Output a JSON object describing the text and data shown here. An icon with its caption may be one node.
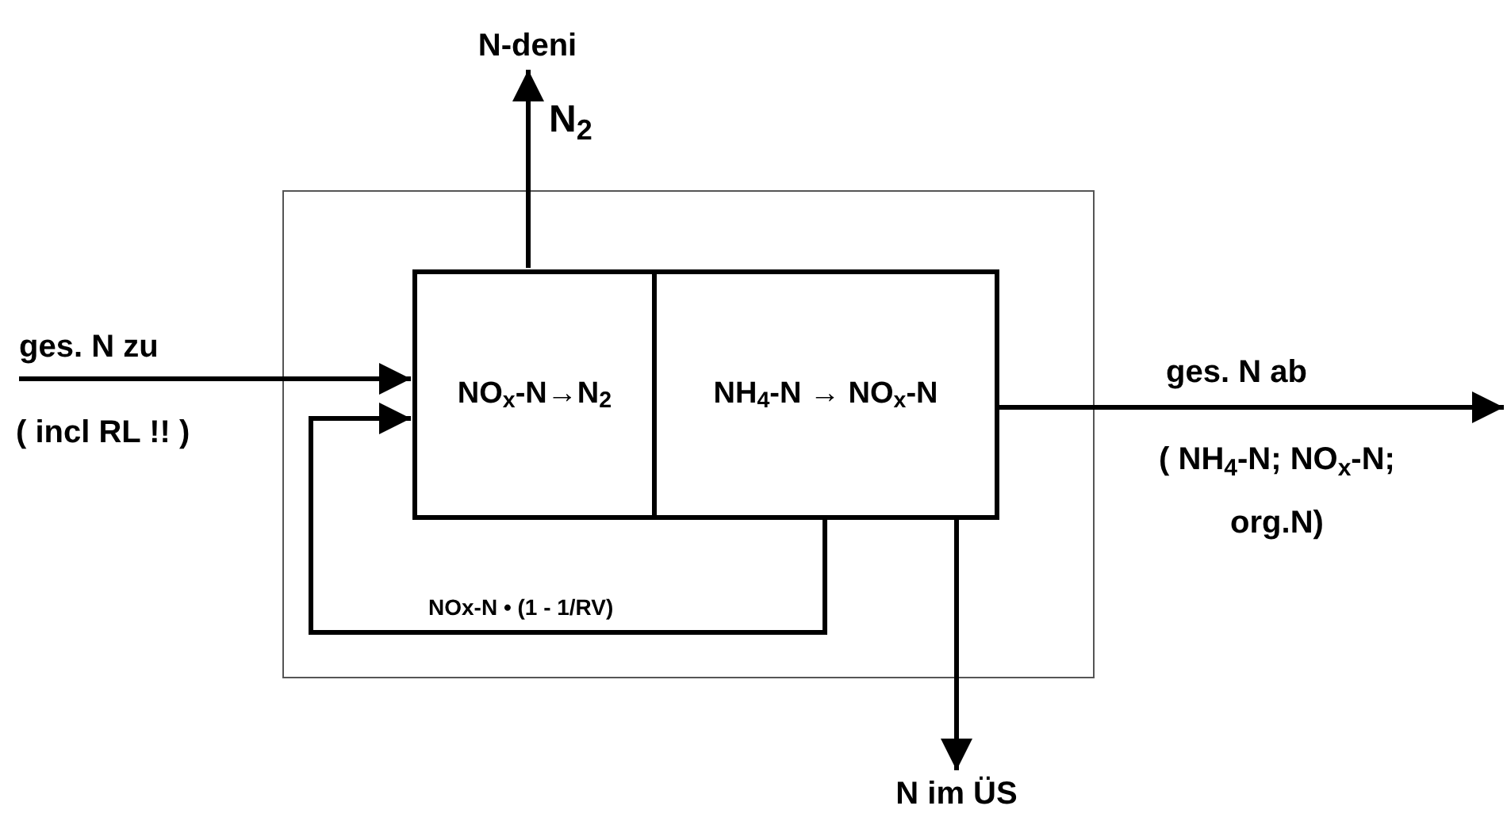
{
  "diagram": {
    "nodes": [
      {
        "text": [],
        "shape": "box"
      },
      {
        "text": [
          "NO$_{x}$-N→N$_{2}$"
        ],
        "in": 0
      },
      {
        "text": [
          "NH$_{4}$-N → NO$_{x}$-N"
        ],
        "in": 0
      },
      {
        "text": [
          "N-deni"
        ]
      },
      {
        "text": [
          "N im ÜS"
        ]
      }
    ],
    "edges": [
      {
        "from": null,
        "to": 1,
        "arrow": "to",
        "label": "ges. N zu"
      },
      {
        "from": 2,
        "to": 1,
        "arrow": "to",
        "label": "NOx-N • (1 - 1/RV)"
      },
      {
        "from": 1,
        "to": 3,
        "arrow": "to",
        "label": "N$_{2}$"
      },
      {
        "from": 2,
        "to": null,
        "arrow": "to",
        "label": "ges. N ab"
      },
      {
        "from": 2,
        "to": 4,
        "arrow": "to"
      }
    ],
    "labels": [
      "( incl RL !! )",
      "( NH$_{4}$-N; NO$_{x}$-N; org.N)"
    ]
  }
}
